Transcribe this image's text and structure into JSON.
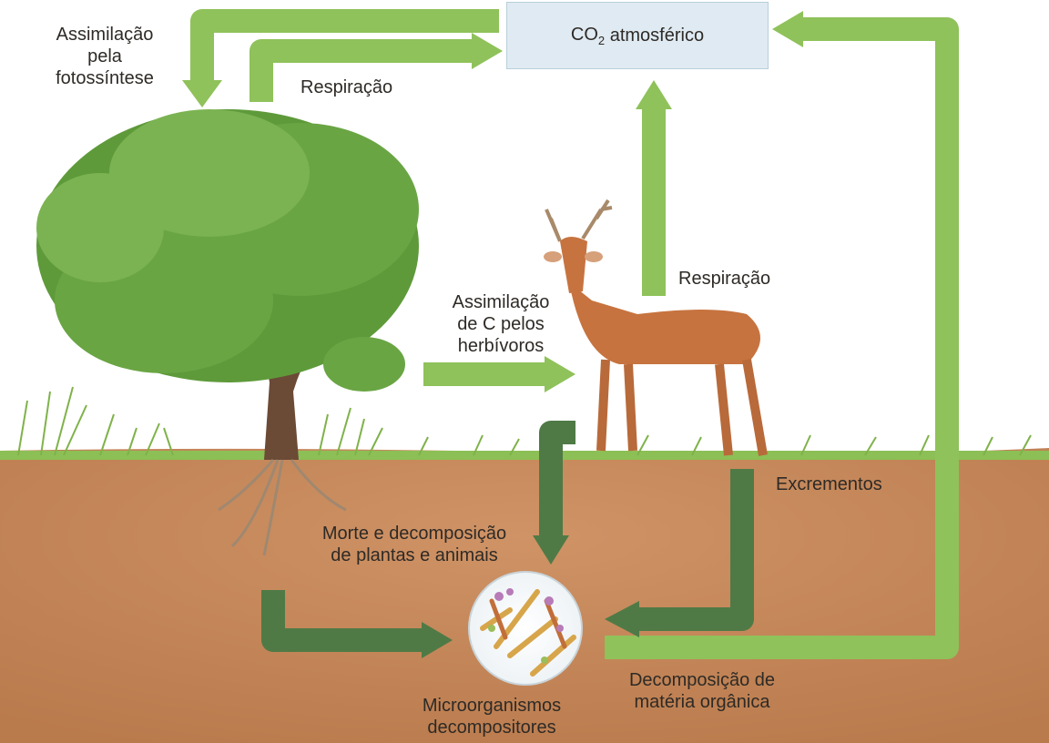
{
  "co2_box": {
    "formula_main": "CO",
    "formula_sub": "2",
    "label": "atmosférico"
  },
  "labels": {
    "assimilacao_fotossintese": [
      "Assimilação",
      "pela",
      "fotossíntese"
    ],
    "respiracao_planta": "Respiração",
    "respiracao_animal": "Respiração",
    "assimilacao_herbivoros": [
      "Assimilação",
      "de C pelos",
      "herbívoros"
    ],
    "excrementos": "Excrementos",
    "morte_decomposicao": [
      "Morte e decomposição",
      "de plantas e animais"
    ],
    "microorganismos": [
      "Microorganismos",
      "decompositores"
    ],
    "decomposicao_materia": [
      "Decomposição de",
      "matéria orgânica"
    ]
  },
  "colors": {
    "light_arrow": "#8fc25a",
    "dark_arrow": "#4f7a46",
    "soil": "#c98a5a",
    "grass": "#7fb24a",
    "tree_foliage": "#5e9a3a",
    "trunk": "#6b4a36",
    "deer": "#c7733f",
    "co2_box": "#dfeaf2"
  },
  "icons": [
    "tree-icon",
    "deer-icon",
    "microorganism-icon"
  ]
}
